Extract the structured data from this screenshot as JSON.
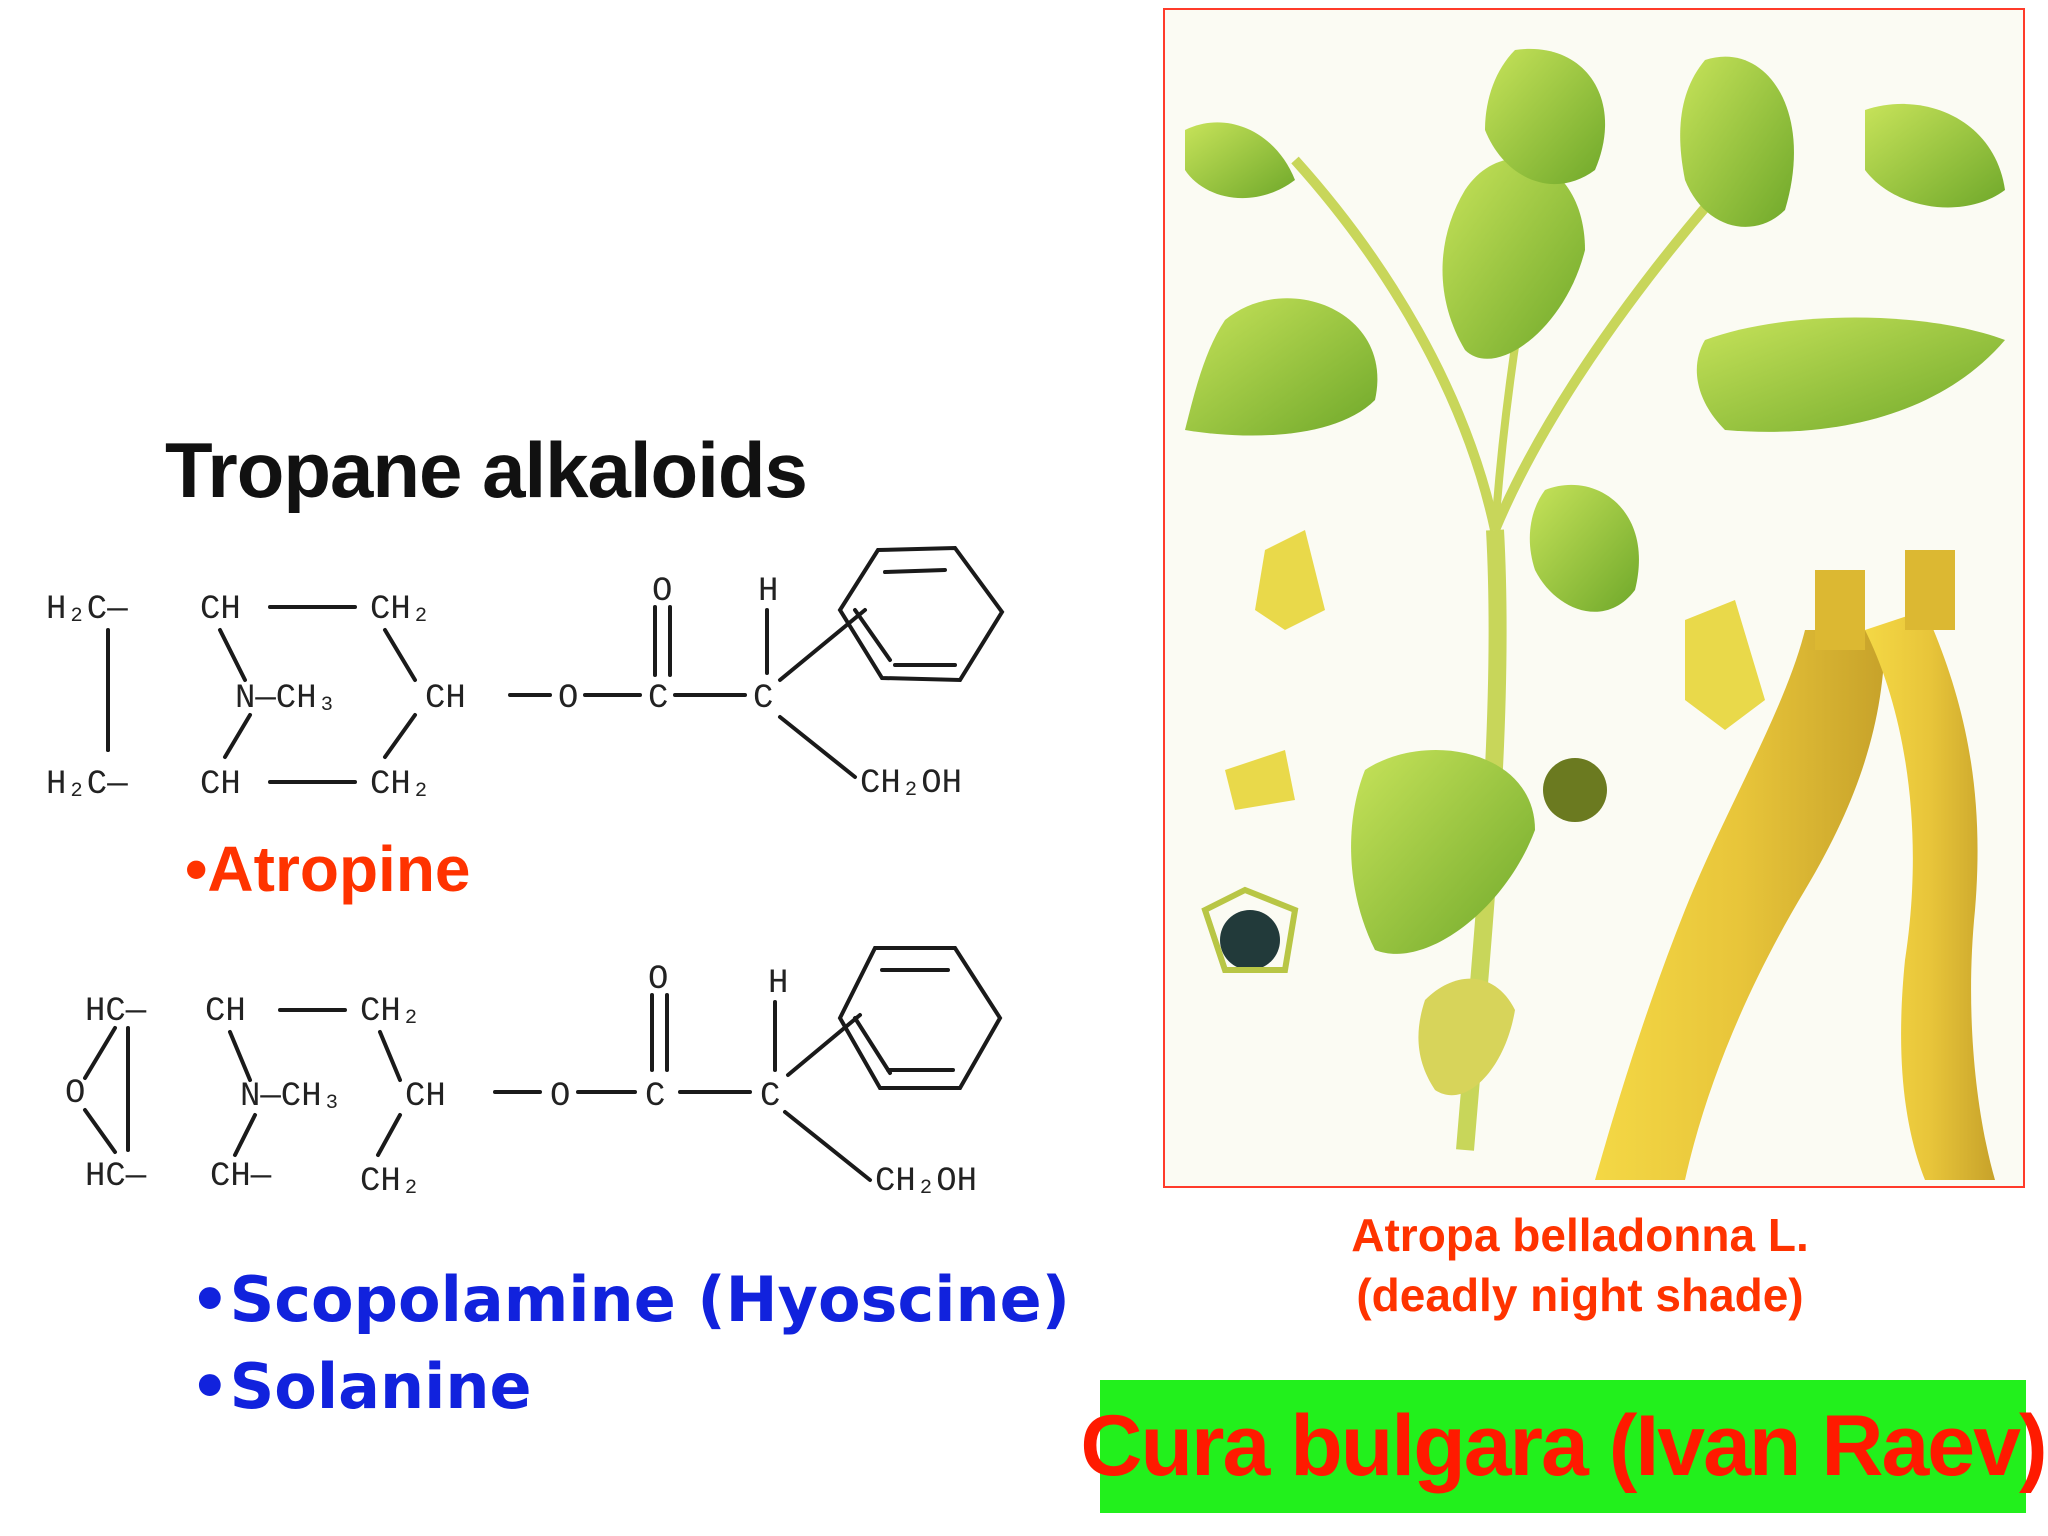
{
  "title": "Tropane alkaloids",
  "structures": {
    "atropine": {
      "labels": {
        "h2c_top": "H₂C—",
        "ch_top": "CH",
        "ch2_top": "CH₂",
        "n_ch3": "N—CH₃",
        "ch_mid": "CH",
        "o_ester": "O",
        "c_carbonyl": "C",
        "o_double": "O",
        "c_alpha": "C",
        "h_alpha": "H",
        "ch2oh": "CH₂OH",
        "h2c_bot": "H₂C—",
        "ch_bot": "CH",
        "ch2_bot": "CH₂"
      }
    },
    "scopolamine": {
      "labels": {
        "hc_top": "HC—",
        "ch_top": "CH",
        "ch2_top": "CH₂",
        "o_bridge": "O",
        "n_ch3": "N—CH₃",
        "ch_mid": "CH",
        "o_ester": "O",
        "c_carbonyl": "C",
        "o_double": "O",
        "c_alpha": "C",
        "h_alpha": "H",
        "ch2oh": "CH₂OH",
        "hc_bot": "HC—",
        "ch_bot": "CH—",
        "ch2_bot": "CH₂"
      }
    }
  },
  "compounds": {
    "atropine": "•Atropine",
    "scopolamine": "•Scopolamine (Hyoscine)",
    "solanine": "•Solanine"
  },
  "plant": {
    "caption_line1": "Atropa belladonna L.",
    "caption_line2": "(deadly night shade)"
  },
  "banner": "Cura bulgara (Ivan Raev)",
  "colors": {
    "atropine": "#ff3300",
    "scopolamine": "#1122dd",
    "caption": "#ff3300",
    "banner_bg": "#22f01c",
    "banner_text": "#ff1a00",
    "frame": "#ff3b2a"
  }
}
